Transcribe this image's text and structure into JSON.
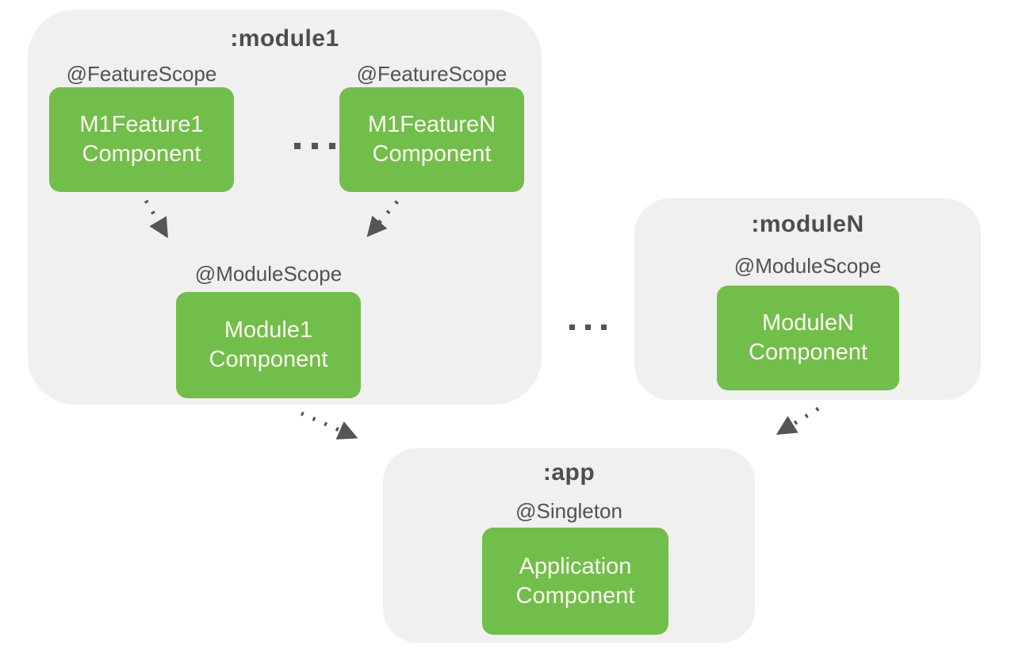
{
  "colors": {
    "page_background": "#ffffff",
    "container_background": "#f0f0f0",
    "component_green": "#72be4a",
    "component_text": "#fbfbf2",
    "title_text": "#4d4d4d",
    "label_text": "#525252",
    "arrow_color": "#555555"
  },
  "module1": {
    "title": ":module1",
    "features": [
      {
        "scope": "@FeatureScope",
        "line1": "M1Feature1",
        "line2": "Component"
      },
      {
        "scope": "@FeatureScope",
        "line1": "M1FeatureN",
        "line2": "Component"
      }
    ],
    "features_ellipsis": ". . .",
    "module_scope_label": "@ModuleScope",
    "module_box": {
      "line1": "Module1",
      "line2": "Component"
    }
  },
  "moduleN": {
    "title": ":moduleN",
    "scope_label": "@ModuleScope",
    "box": {
      "line1": "ModuleN",
      "line2": "Component"
    }
  },
  "containers_ellipsis": ". . .",
  "app": {
    "title": ":app",
    "scope_label": "@Singleton",
    "box": {
      "line1": "Application",
      "line2": "Component"
    }
  },
  "arrows": [
    {
      "from": "M1Feature1Component",
      "to": "Module1Component",
      "style": "dotted"
    },
    {
      "from": "M1FeatureNComponent",
      "to": "Module1Component",
      "style": "dotted"
    },
    {
      "from": "Module1Component",
      "to": "app",
      "style": "dotted"
    },
    {
      "from": "ModuleNComponent",
      "to": "app",
      "style": "dotted"
    }
  ]
}
